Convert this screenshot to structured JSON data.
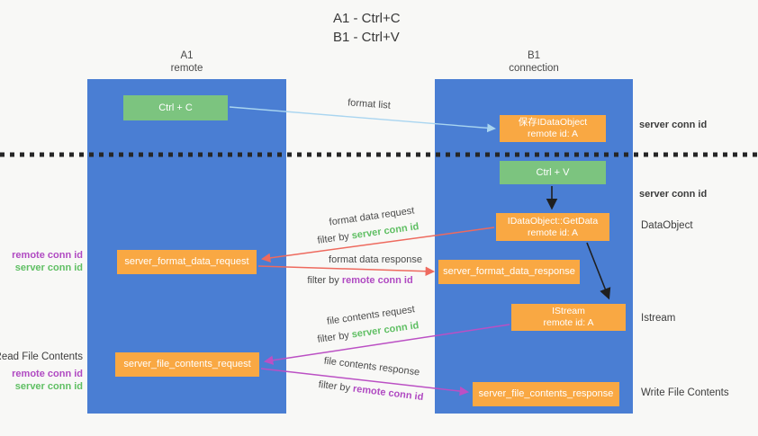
{
  "title": {
    "line1": "A1 - Ctrl+C",
    "line2": "B1 - Ctrl+V"
  },
  "lanes": {
    "left": {
      "name": "A1",
      "subtitle": "remote"
    },
    "right": {
      "name": "B1",
      "subtitle": "connection"
    }
  },
  "nodes": {
    "ctrl_c": {
      "label": "Ctrl + C"
    },
    "save_dataobject": {
      "line1": "保存IDataObject",
      "line2": "remote id: A"
    },
    "ctrl_v": {
      "label": "Ctrl + V"
    },
    "getdata": {
      "line1": "IDataObject::GetData",
      "line2": "remote id: A"
    },
    "format_request": {
      "label": "server_format_data_request"
    },
    "format_response": {
      "label": "server_format_data_response"
    },
    "istream": {
      "line1": "IStream",
      "line2": "remote id: A"
    },
    "file_request": {
      "label": "server_file_contents_request"
    },
    "file_response": {
      "label": "server_file_contents_response"
    }
  },
  "side_labels": {
    "server_conn_top": "server conn id",
    "server_conn_mid": "server conn id",
    "dataobject": "DataObject",
    "istream": "Istream",
    "write_file_contents": "Write File Contents",
    "read_file_contents": "Read File Contents",
    "fmt_remote_conn": "remote conn id",
    "fmt_server_conn": "server conn id",
    "file_remote_conn": "remote conn id",
    "file_server_conn": "server conn id"
  },
  "arrow_labels": {
    "format_list": "format list",
    "format_data_request": "format data request",
    "format_data_response": "format data response",
    "file_contents_request": "file contents request",
    "file_contents_response": "file contents response",
    "filter_by": "filter by",
    "server_conn_id": "server conn id",
    "remote_conn_id": "remote conn id"
  },
  "colors": {
    "lane_blue": "#4a7ed3",
    "node_orange": "#f9a843",
    "node_green": "#7cc47f",
    "green_text": "#5fbf63",
    "purple_text": "#b04ac2",
    "red_arrow": "#ee6a5e",
    "magenta_arrow": "#bb50c4",
    "light_blue_arrow": "#a9d5f0",
    "black_arrow": "#1f1f1f",
    "background": "#f8f8f6"
  }
}
